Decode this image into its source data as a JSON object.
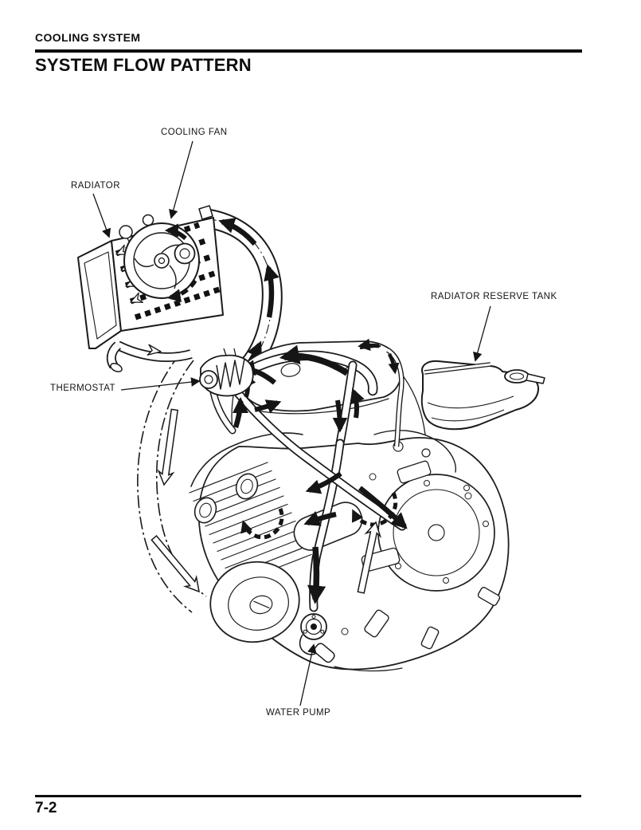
{
  "header": {
    "chapter": "COOLING SYSTEM",
    "title": "SYSTEM FLOW PATTERN"
  },
  "footer": {
    "page_number": "7-2"
  },
  "diagram": {
    "labels": [
      {
        "id": "cooling-fan",
        "text": "COOLING FAN"
      },
      {
        "id": "radiator",
        "text": "RADIATOR"
      },
      {
        "id": "radiator-reserve-tank",
        "text": "RADIATOR RESERVE TANK"
      },
      {
        "id": "thermostat",
        "text": "THERMOSTAT"
      },
      {
        "id": "water-pump",
        "text": "WATER PUMP"
      }
    ],
    "colors": {
      "ink": "#151515",
      "paper": "#ffffff"
    }
  }
}
